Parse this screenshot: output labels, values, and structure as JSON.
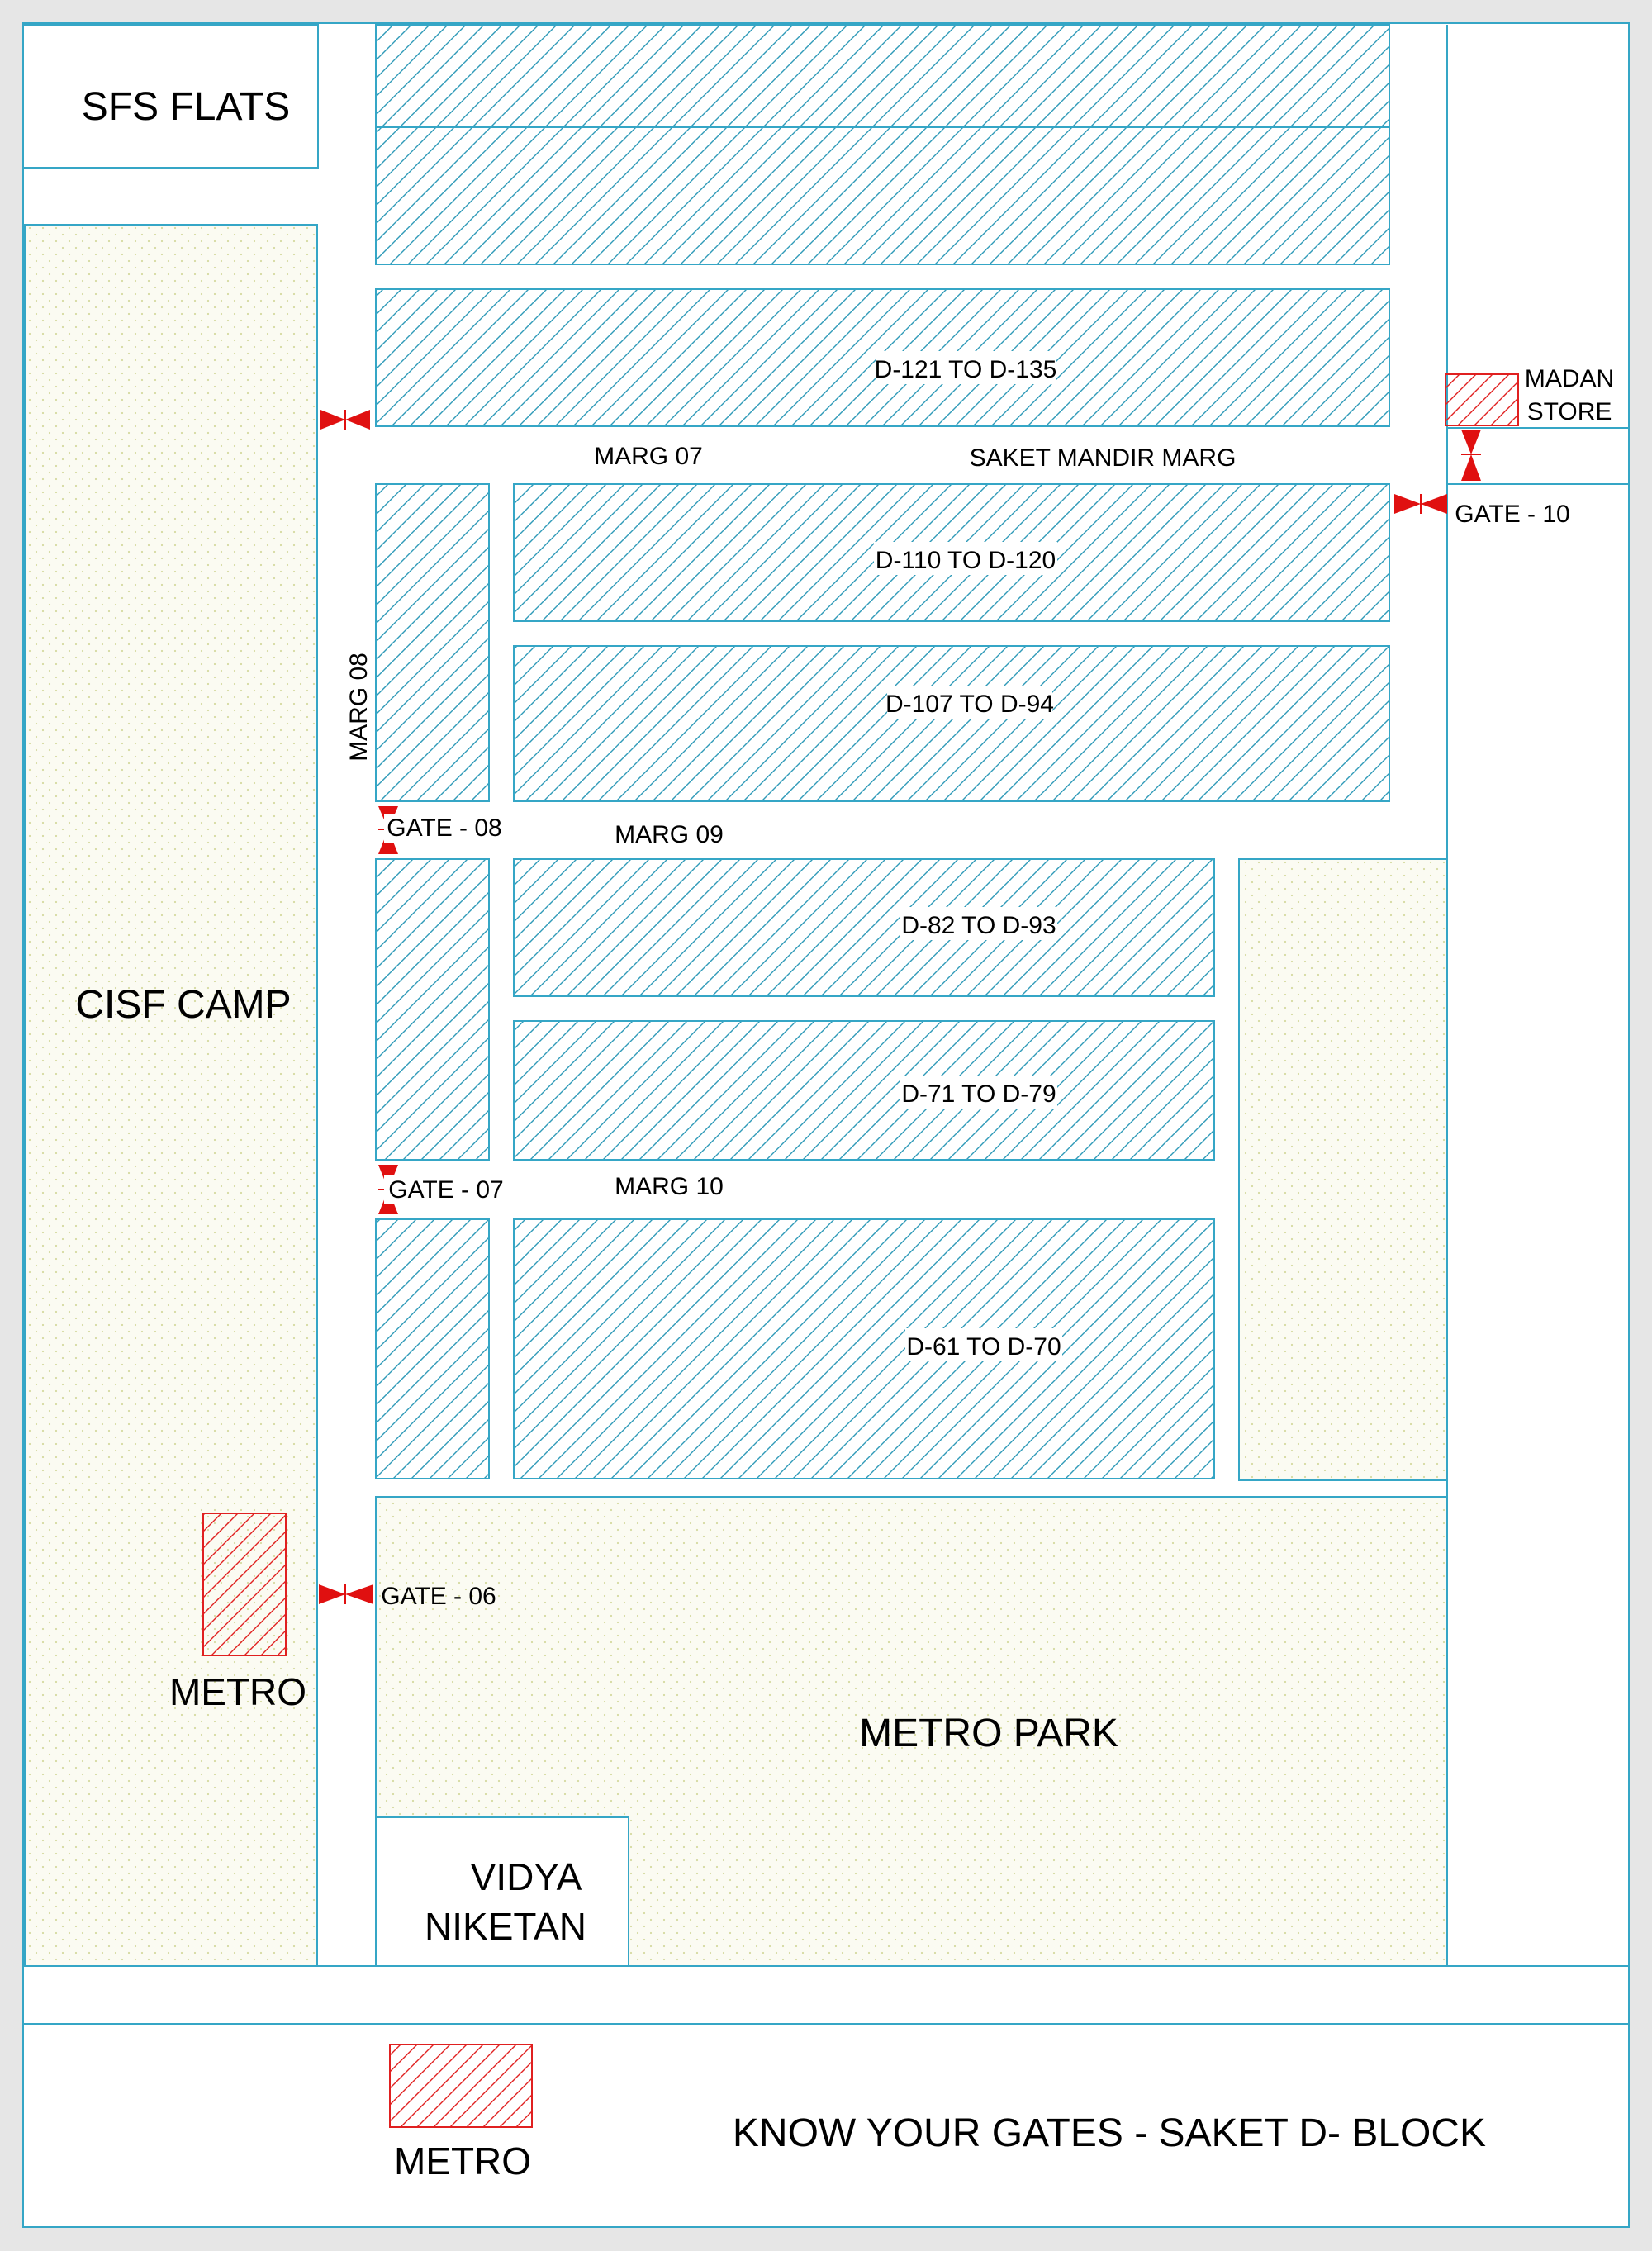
{
  "title": "KNOW YOUR GATES - SAKET D- BLOCK",
  "areas": {
    "sfs_flats": "SFS FLATS",
    "cisf_camp": "CISF CAMP",
    "metro_left": "METRO",
    "metro_bottom": "METRO",
    "metro_park": "METRO PARK",
    "vidya_line1": "VIDYA",
    "vidya_line2": "NIKETAN",
    "madan_line1": "MADAN",
    "madan_line2": "STORE"
  },
  "blocks": {
    "d121": "D-121 TO D-135",
    "d110": "D-110 TO D-120",
    "d107": "D-107 TO D-94",
    "d82": "D-82 TO D-93",
    "d71": "D-71 TO D-79",
    "d61": "D-61 TO D-70"
  },
  "roads": {
    "marg07": "MARG 07",
    "saket_mandir": "SAKET MANDIR MARG",
    "marg08": "MARG 08",
    "marg09": "MARG 09",
    "marg10": "MARG 10"
  },
  "gates": {
    "g06": "GATE - 06",
    "g07": "GATE - 07",
    "g08": "GATE - 08",
    "g10": "GATE - 10"
  },
  "colors": {
    "outline": "#35a6c6",
    "hatch": "#2f9ab8",
    "metro_hatch": "#e02020",
    "gate": "#e01010",
    "dots": "#d8dca8",
    "open_fill": "#fafaf0"
  }
}
